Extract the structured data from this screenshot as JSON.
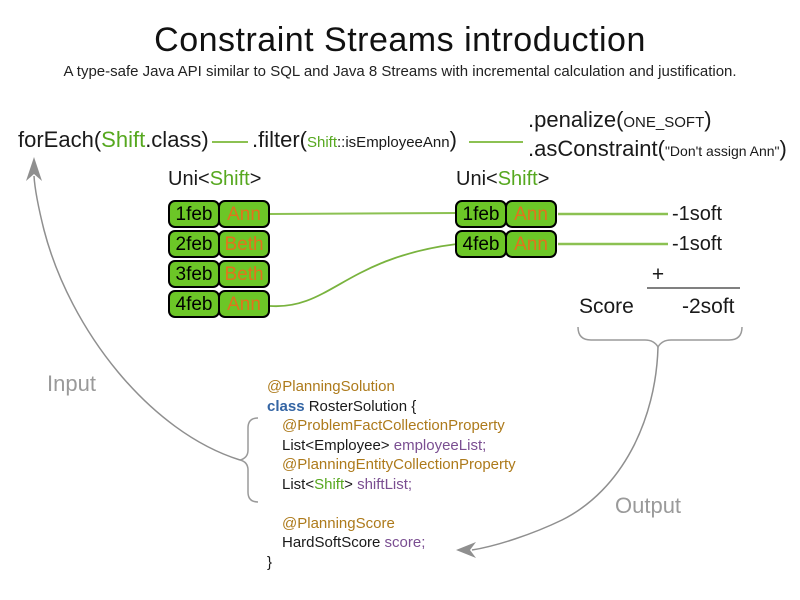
{
  "header": {
    "title": "Constraint Streams introduction",
    "subtitle": "A type-safe Java API similar to SQL and Java 8 Streams with incremental calculation and justification."
  },
  "stream": {
    "foreach_pre": "forEach(",
    "foreach_type": "Shift",
    "foreach_post": ".class)",
    "filter_pre": ".filter(",
    "filter_arg_type": "Shift",
    "filter_arg_rest": "::isEmployeeAnn",
    "filter_post": ")",
    "penalize_pre": ".penalize(",
    "penalize_arg": "ONE_SOFT",
    "penalize_post": ")",
    "asconstraint_pre": ".asConstraint(",
    "asconstraint_arg": "\"Don't assign Ann\"",
    "asconstraint_post": ")"
  },
  "left_table": {
    "label_pre": "Uni<",
    "label_type": "Shift",
    "label_post": ">",
    "rows": [
      {
        "date": "1feb",
        "name": "Ann"
      },
      {
        "date": "2feb",
        "name": "Beth"
      },
      {
        "date": "3feb",
        "name": "Beth"
      },
      {
        "date": "4feb",
        "name": "Ann"
      }
    ]
  },
  "right_table": {
    "label_pre": "Uni<",
    "label_type": "Shift",
    "label_post": ">",
    "rows": [
      {
        "date": "1feb",
        "name": "Ann"
      },
      {
        "date": "4feb",
        "name": "Ann"
      }
    ]
  },
  "results": {
    "penalties": [
      "-1soft",
      "-1soft"
    ],
    "plus_sign": "+",
    "score_label": "Score",
    "score_total": "-2soft"
  },
  "flow": {
    "input_label": "Input",
    "output_label": "Output"
  },
  "code": {
    "annotation_solution": "@PlanningSolution",
    "class_keyword": "class",
    "class_decl": " RosterSolution {",
    "annotation_problem_fact": "@ProblemFactCollectionProperty",
    "employee_type": "List<Employee> ",
    "employee_var": "employeeList;",
    "annotation_planning_entity": "@PlanningEntityCollectionProperty",
    "shift_pre": "List<",
    "shift_type": "Shift",
    "shift_post": "> ",
    "shift_var": "shiftList;",
    "annotation_score": "@PlanningScore",
    "score_type": "HardSoftScore ",
    "score_var": "score;",
    "close_brace": "}"
  },
  "colors": {
    "cell_green": "#6cc627",
    "text_green": "#56a81f",
    "line_green": "#8cc152",
    "name_orange": "#e2731c",
    "annotation_brown": "#ad7a1b",
    "variable_purple": "#7a4e91",
    "keyword_blue": "#3465a4",
    "flow_gray": "#9a9a9a"
  }
}
